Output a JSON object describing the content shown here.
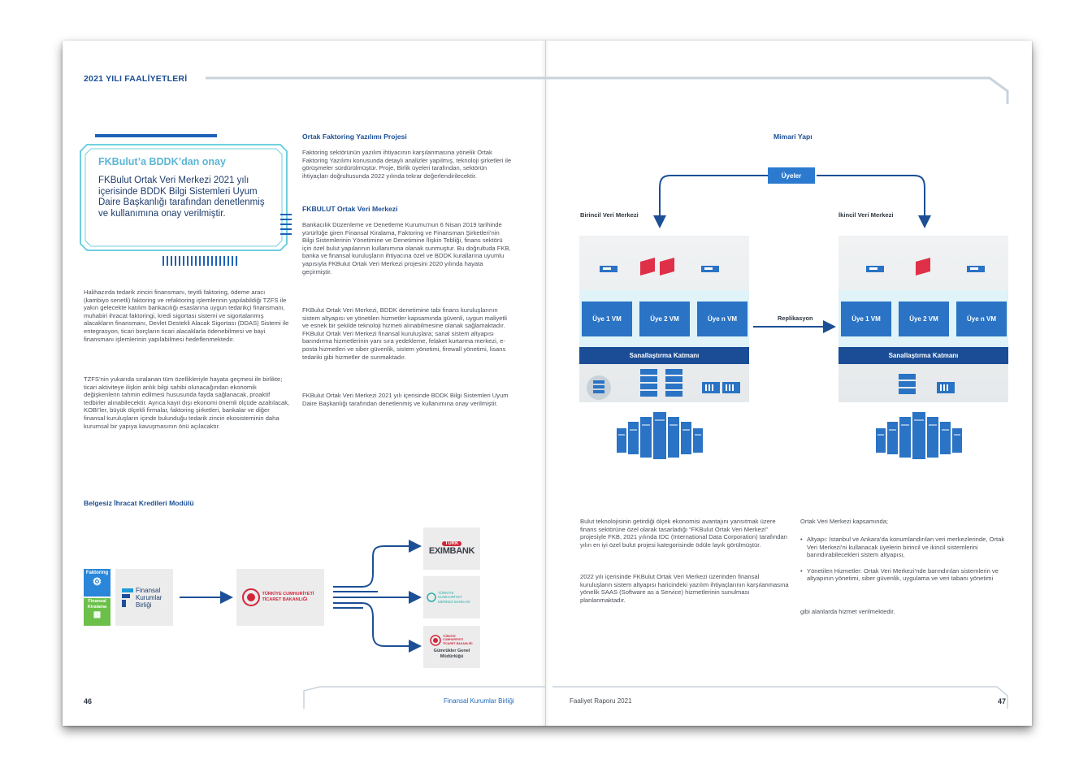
{
  "left": {
    "section_title": "2021 YILI FAALİYETLERİ",
    "callout": {
      "heading": "FKBulut’a BDDK’dan onay",
      "text": "FKBulut Ortak Veri Merkezi 2021 yılı içerisinde BDDK Bilgi Sistemleri Uyum Daire Başkanlığı tarafından denetlenmiş ve kullanımına onay verilmiştir."
    },
    "intro_p1": "Halihazırda tedarik zinciri finansmanı, teyitli faktoring, ödeme aracı (kambiyo senetli) faktoring ve refaktoring işlemlerinin yapılabildiği TZFS ile yakın gelecekte katılım bankacılığı esaslarına uygun tedarikçi finansmanı, muhabiri ihracat faktoringi, kredi sigortası sistemi ve sigortalanmış alacakların finansmanı, Devlet Destekli Alacak Sigortası (DDAS) Sistemi ile entegrasyon, ticari borçların ticari alacaklarla ödenebilmesi ve bayi finansmanı işlemlerinin yapılabilmesi hedeflenmektedir.",
    "intro_p2": "TZFS’nin yukarıda sıralanan tüm özellikleriyle hayata geçmesi ile birlikte; ticari aktiviteye ilişkin anlık bilgi sahibi olunacağından ekonomik değişkenlerin tahmin edilmesi hususunda fayda sağlanacak, proaktif tedbirler alınabilecektir. Ayrıca kayıt dışı ekonomi önemli ölçüde azaltılacak, KOBİ’ler, büyük ölçekli firmalar, faktoring şirketleri, bankalar ve diğer finansal kuruluşların içinde bulunduğu tedarik zinciri ekosisteminin daha kurumsal bir yapıya kavuşmasının önü açılacaktır.",
    "col2": {
      "h1": "Ortak Faktoring Yazılımı Projesi",
      "p1": "Faktoring sektörünün yazılım ihtiyacının karşılanmasına yönelik Ortak Faktoring Yazılımı konusunda detaylı analizler yapılmış, teknoloji şirketleri ile görüşmeler sürdürülmüştür. Proje, Birlik üyeleri tarafından, sektörün ihtiyaçları doğrultusunda 2022 yılında tekrar değerlendirilecektir.",
      "h2": "FKBULUT Ortak Veri Merkezi",
      "p2": "Bankacılık Düzenleme ve Denetleme Kurumu’nun 6 Nisan 2019 tarihinde yürürlüğe giren Finansal Kiralama, Faktoring ve Finansman Şirketleri’nin Bilgi Sistemlerinin Yönetimine ve Denetimine İlişkin Tebliği, finans sektörü için özel bulut yapılarının kullanımına olanak sunmuştur. Bu doğrultuda FKB, banka ve finansal kuruluşların ihtiyacına özel ve BDDK kurallarına uyumlu yapısıyla FKBulut Ortak Veri Merkezi projesini 2020 yılında hayata geçirmiştir.",
      "p3": "FKBulut Ortak Veri Merkezi, BDDK denetimine tabi finans kuruluşlarının sistem altyapısı ve yönetilen hizmetler kapsamında güvenli, uygun maliyetli ve esnek bir şekilde teknoloji hizmeti alınabilmesine olanak sağlamaktadır. FKBulut Ortak Veri Merkezi finansal kuruluşlara; sanal sistem altyapısı barındırma hizmetlerinin yanı sıra yedekleme, felaket kurtarma merkezi, e-posta hizmetleri ve siber güvenlik, sistem yönetimi, firewall yönetimi, lisans tedariki gibi hizmetler de sunmaktadır.",
      "p4": "FKBulut Ortak Veri Merkezi 2021 yılı içerisinde BDDK Bilgi Sistemleri Uyum Daire Başkanlığı tarafından denetlenmiş ve kullanımına onay verilmiştir."
    },
    "module_title": "Belgesiz İhracat Kredileri Modülü",
    "flow": {
      "faktoring": "Faktoring",
      "kiralama": "Finansal Kiralama",
      "fkb_name": "Finansal Kurumlar Birliği",
      "ministry": "TÜRKİYE CUMHURİYETİ TİCARET BAKANLIĞI",
      "turk": "TÜRK",
      "eximbank": "EXIMBANK",
      "central_bank": "TÜRKİYE CUMHURİYET MERKEZ BANKASI",
      "ministry_small": "TÜRKİYE CUMHURİYETİ TİCARET BAKANLIĞI",
      "customs": "Gümrükler Genel Müdürlüğü"
    },
    "page_number": "46",
    "footer": "Finansal Kurumlar Birliği"
  },
  "right": {
    "diagram_title": "Mimari Yapı",
    "users": "Üyeler",
    "primary_dc": "Birincil Veri Merkezi",
    "secondary_dc": "İkincil Veri Merkezi",
    "vm1": "Üye 1 VM",
    "vm2": "Üye 2 VM",
    "vmn": "Üye n VM",
    "replication": "Replikasyon",
    "virtualization_layer": "Sanallaştırma Katmanı",
    "p1": "Bulut teknolojisinin getirdiği ölçek ekonomisi avantajını yansıtmak üzere finans sektörüne özel olarak tasarladığı “FKBulut Ortak Veri Merkezi” projesiyle FKB, 2021 yılında IDC (International Data Corporation) tarafından yılın en iyi özel bulut projesi kategorisinde ödüle layık görülmüştür.",
    "p2": "2022 yılı içerisinde FKBulut Ortak Veri Merkezi üzerinden finansal kuruluşların sistem altyapısı haricindeki yazılım ihtiyaçlarının karşılanmasına yönelik SAAS (Software as a Service) hizmetlerinin sunulması planlanmaktadır.",
    "scope_intro": "Ortak Veri Merkezi kapsamında;",
    "bullets": [
      "Altyapı: İstanbul ve Ankara’da konumlandırılan veri merkezlerinde, Ortak Veri Merkezi’ni kullanacak üyelerin birincil ve ikincil sistemlerini barındırabilecekleri sistem altyapısı,",
      "Yönetilen Hizmetler: Ortak Veri Merkezi’nde barındırılan sistemlerin ve altyapının yönetimi, siber güvenlik, uygulama ve veri tabanı yönetimi"
    ],
    "closing": "gibi alanlarda hizmet verilmektedir.",
    "footer": "Faaliyet Raporu 2021",
    "page_number": "47"
  },
  "colors": {
    "accent": "#1c4f95",
    "vm": "#2a73c5",
    "layer": "#1a4d96",
    "firewall": "#e03048",
    "callout": "#5bb6d4"
  }
}
